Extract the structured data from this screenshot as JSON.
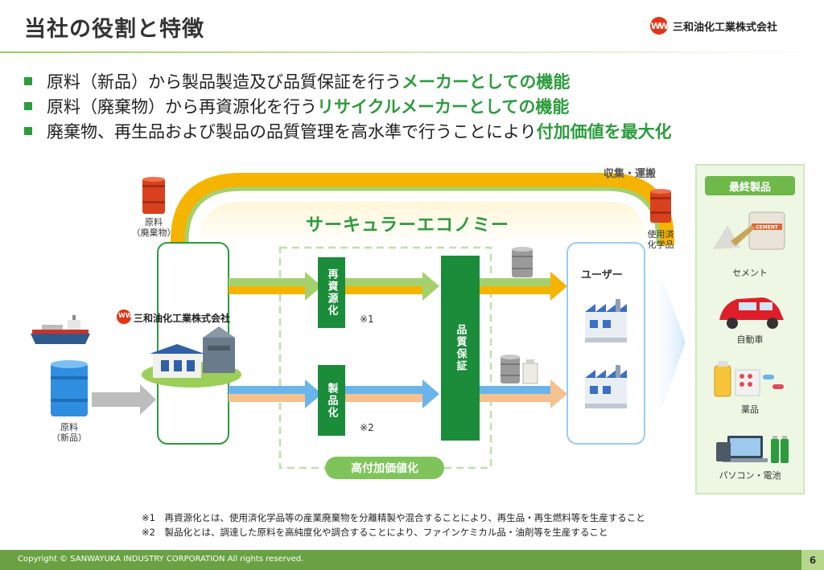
{
  "page": {
    "title": "当社の役割と特徴",
    "company": "三和油化工業株式会社",
    "logo_mark": "WW",
    "bullets": [
      {
        "text": "原料（新品）から製品製造及び品質保証を行う",
        "highlight": "メーカーとしての機能"
      },
      {
        "text": "原料（廃棄物）から再資源化を行う",
        "highlight": "リサイクルメーカーとしての機能"
      },
      {
        "text": "廃棄物、再生品および製品の品質管理を高水準で行うことにより",
        "highlight": "付加価値を最大化"
      }
    ]
  },
  "diagram": {
    "circular_label": "サーキュラーエコノミー",
    "collection_label": "収集・運搬",
    "raw_waste_label": [
      "原料",
      "（廃棄物）"
    ],
    "used_chem_label": [
      "使用済",
      "化学品"
    ],
    "raw_new_label": [
      "原料",
      "（新品）"
    ],
    "company_label": "三和油化工業株式会社",
    "recycle_box": "再資源化",
    "product_box": "製品化",
    "qa_box": "品質保証",
    "mark1": "※1",
    "mark2": "※2",
    "user_label": "ユーザー",
    "added_value_label": "高付加価値化",
    "final_title": "最終製品",
    "cement_bag_text": "CEMENT",
    "final_items": [
      "セメント",
      "自動車",
      "薬品",
      "パソコン・電池"
    ]
  },
  "notes": [
    "※1　再資源化とは、使用済化学品等の産業廃棄物を分離精製や混合することにより、再生品・再生燃料等を生産すること",
    "※2　製品化とは、調達した原料を高純度化や調合することにより、ファインケミカル品・油剤等を生産すること"
  ],
  "footer": {
    "copyright": "Copyright © SANWAYUKA INDUSTRY CORPORATION All rights reserved.",
    "page_number": "6"
  },
  "colors": {
    "green": "#2c9c3d",
    "dark_green": "#1a8c3a",
    "orange": "#f5b400",
    "light_green": "#a5d16d",
    "blue_arrow": "#6ab4ec",
    "peach_arrow": "#f7c08f",
    "footer": "#6aa142",
    "logo_red": "#e53412"
  },
  "icons": [
    "drum-icon",
    "factory-icon",
    "ship-icon",
    "cement-icon",
    "car-icon",
    "medicine-icon",
    "laptop-battery-icon"
  ]
}
